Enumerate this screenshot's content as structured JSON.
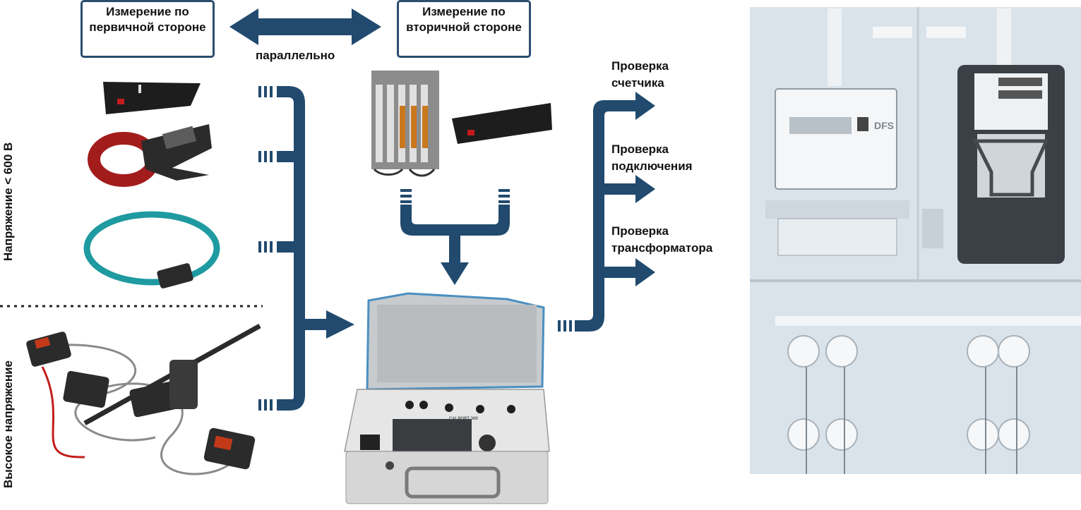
{
  "boxes": {
    "primary": "Измерение по первичной стороне",
    "secondary": "Измерение по вторичной стороне"
  },
  "parallel_label": "параллельно",
  "side_labels": {
    "low_voltage": "Напряжение < 600 В",
    "high_voltage": "Высокое напряжение"
  },
  "checks": [
    "Проверка счетчика",
    "Проверка подключения",
    "Проверка трансформатора"
  ],
  "device_label": "CALPORT 300",
  "meter_brand": "DFS",
  "colors": {
    "arrow": "#214a6e",
    "box_border": "#2b4d6f",
    "panel_bg": "#dbe3ea"
  }
}
